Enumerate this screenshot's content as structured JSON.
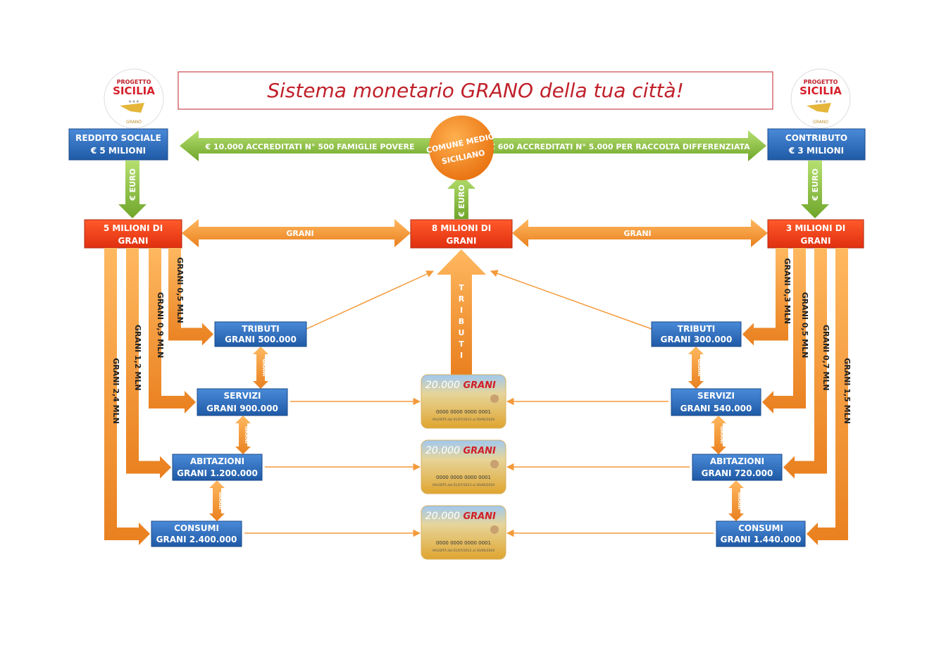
{
  "title": "Sistema monetario GRANO della tua città!",
  "logo": {
    "top": "PROGETTO",
    "main": "SICILIA",
    "stars": "★★★",
    "bottom": "GRANO"
  },
  "center": {
    "line1": "COMUNE MEDIO",
    "line2": "SICILIANO"
  },
  "reddito": {
    "line1": "REDDITO SOCIALE",
    "line2": "€ 5 MILIONI"
  },
  "contributo": {
    "line1": "CONTRIBUTO",
    "line2": "€ 3 MILIONI"
  },
  "green_left": "€ 10.000 ACCREDITATI N° 500 FAMIGLIE POVERE",
  "green_right": "€ 600 ACCREDITATI N° 5.000 PER RACCOLTA DIFFERENZIATA",
  "euro": "€ EURO",
  "red": {
    "left": {
      "l1": "5 MILIONI DI",
      "l2": "GRANI"
    },
    "center": {
      "l1": "8 MILIONI DI",
      "l2": "GRANI"
    },
    "right": {
      "l1": "3 MILIONI DI",
      "l2": "GRANI"
    }
  },
  "grani": "GRANI",
  "tributi_vertical": "TRIBUTI",
  "left": {
    "boxes": [
      {
        "l1": "TRIBUTI",
        "l2": "GRANI 500.000"
      },
      {
        "l1": "SERVIZI",
        "l2": "GRANI 900.000"
      },
      {
        "l1": "ABITAZIONI",
        "l2": "GRANI 1.200.000"
      },
      {
        "l1": "CONSUMI",
        "l2": "GRANI 2.400.000"
      }
    ],
    "flows": [
      "GRANI 0,5 MLN",
      "GRANI 0,9 MLN",
      "GRANI 1,2 MLN",
      "GRANI 2,4 MLN"
    ]
  },
  "right": {
    "boxes": [
      {
        "l1": "TRIBUTI",
        "l2": "GRANI 300.000"
      },
      {
        "l1": "SERVIZI",
        "l2": "GRANI 540.000"
      },
      {
        "l1": "ABITAZIONI",
        "l2": "GRANI 720.000"
      },
      {
        "l1": "CONSUMI",
        "l2": "GRANI 1.440.000"
      }
    ],
    "flows": [
      "GRANI 0,3 MLN",
      "GRANI 0,5 MLN",
      "GRANI 0,7 MLN",
      "GRANI 1,5 MLN"
    ]
  },
  "card": {
    "amount": "20.000",
    "unit": "GRANI",
    "number": "0000 0000 0000 0001",
    "validity": "VALIDITÀ dal 01/07/2013 al 30/06/2020"
  },
  "colors": {
    "blue": "#2e6fc0",
    "red": "#f0401a",
    "orange": "#f39a3a",
    "green": "#8fc63f",
    "title": "#c0202a"
  }
}
